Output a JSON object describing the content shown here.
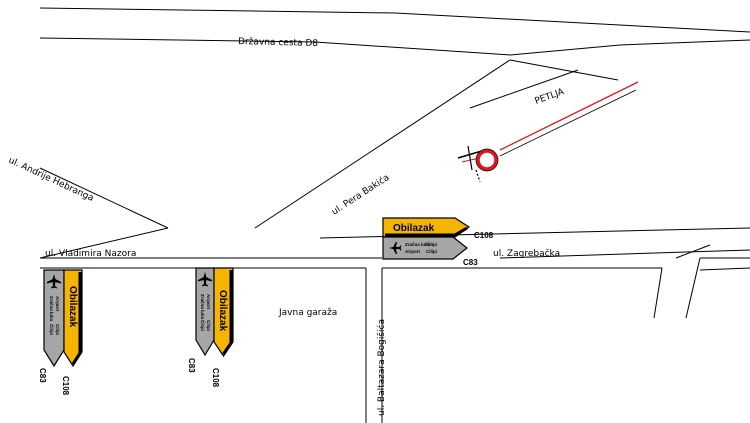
{
  "streets": {
    "drzavna_cesta": "Državna cesta D8",
    "petlja": "PETLJA",
    "andrije_hebranga": "ul. Andrije Hebranga",
    "pera_bakica": "ul. Pera Bakića",
    "vladimira_nazora": "ul. Vladimira Nazora",
    "zagrebacka": "ul. Zagrebačka",
    "baltazara_bogisica": "ul. Baltazara Bogišića",
    "javna_garaza": "Javna garaža"
  },
  "signs": {
    "detour_label": "Obilazak",
    "detour_code": "C108",
    "destination_code": "C83",
    "destinations": [
      "Zračna luka",
      "Čilipi",
      "Airport",
      "Cilipi"
    ]
  },
  "colors": {
    "detour_sign": "#f5b400",
    "destination_sign": "#a6a6a6",
    "no_entry_ring": "#e0141e",
    "closed_road": "#e0141e"
  },
  "icons": [
    "airplane-icon",
    "no-entry-icon",
    "road-barrier-icon"
  ]
}
